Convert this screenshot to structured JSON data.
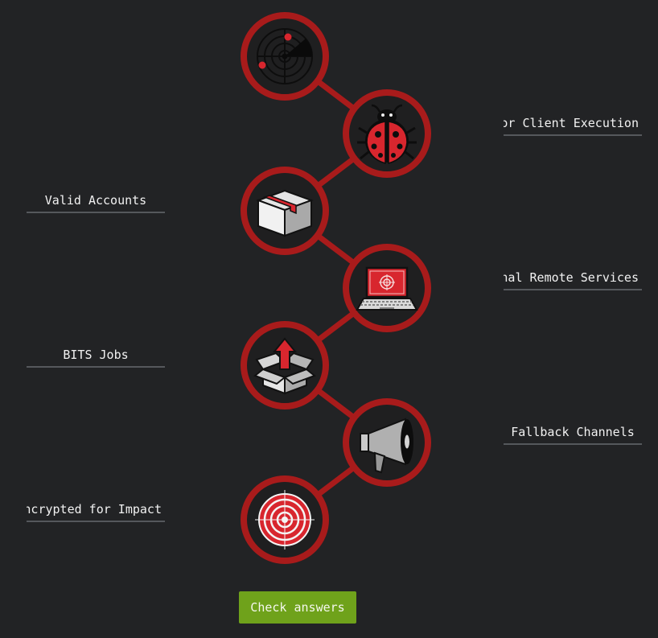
{
  "colors": {
    "background": "#222325",
    "ring": "#a81b1b",
    "connector": "#a81b1b",
    "label_underline": "#55585c",
    "button": "#6fa21b"
  },
  "steps": [
    {
      "icon": "radar-icon",
      "label": ""
    },
    {
      "icon": "ladybug-icon",
      "label": "or Client Execution"
    },
    {
      "icon": "package-icon",
      "label": "Valid Accounts"
    },
    {
      "icon": "laptop-target-icon",
      "label": "nal Remote Services"
    },
    {
      "icon": "open-box-upload-icon",
      "label": "BITS Jobs"
    },
    {
      "icon": "megaphone-icon",
      "label": "Fallback Channels"
    },
    {
      "icon": "target-icon",
      "label": "ncrypted for Impact"
    }
  ],
  "actions": {
    "check_answers": "Check answers"
  }
}
